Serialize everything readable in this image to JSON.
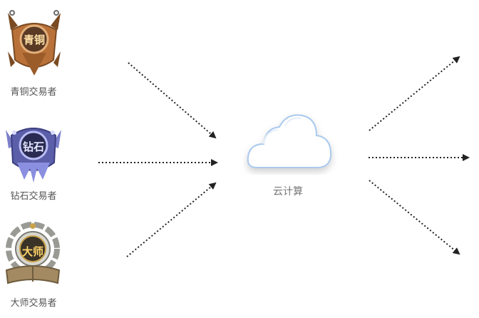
{
  "traders": [
    {
      "badge_text": "青铜",
      "caption": "青铜交易者"
    },
    {
      "badge_text": "钻石",
      "caption": "钻石交易者"
    },
    {
      "badge_text": "大师",
      "caption": "大师交易者"
    }
  ],
  "cloud": {
    "label": "云计算"
  },
  "colors": {
    "arrow": "#222222",
    "bronze": "#b9713a",
    "diamond": "#5b5ea8",
    "master": "#9a9a95",
    "cloud_edge": "#a9c9ee"
  }
}
